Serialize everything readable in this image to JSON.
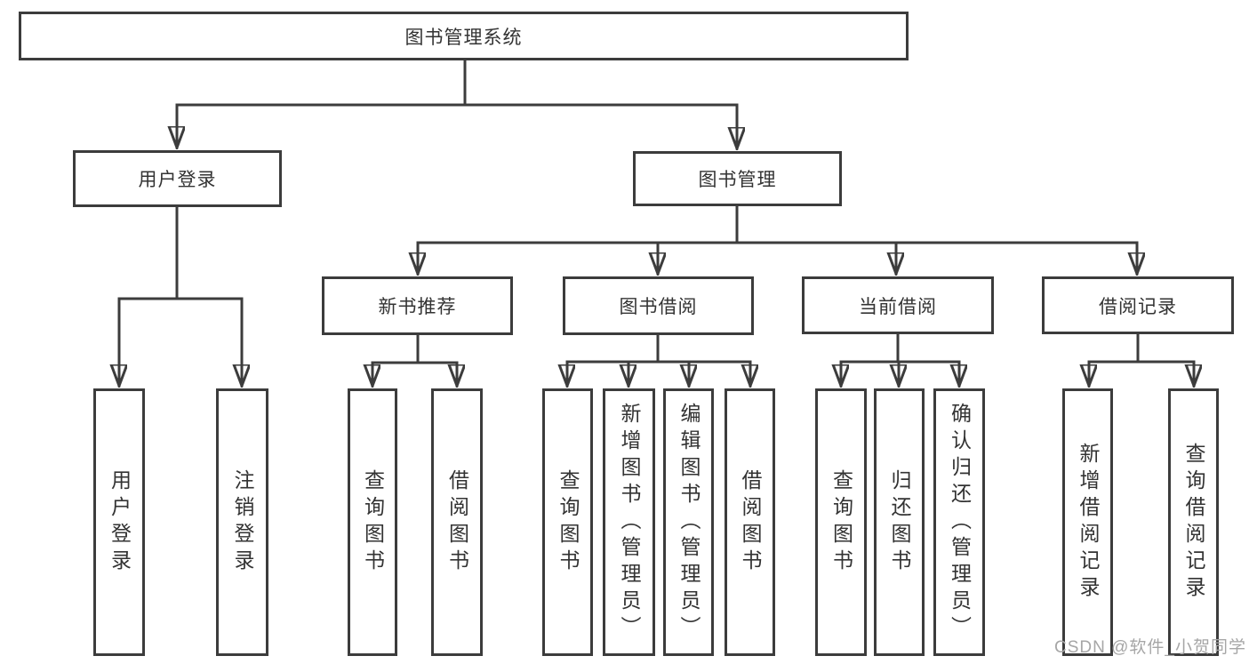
{
  "tree": {
    "root": {
      "label": "图书管理系统"
    },
    "branches": [
      {
        "label": "用户登录",
        "children": [
          {
            "label": "用户登录"
          },
          {
            "label": "注销登录"
          }
        ]
      },
      {
        "label": "图书管理",
        "children": [
          {
            "label": "新书推荐",
            "children": [
              {
                "label": "查询图书"
              },
              {
                "label": "借阅图书"
              }
            ]
          },
          {
            "label": "图书借阅",
            "children": [
              {
                "label": "查询图书"
              },
              {
                "label": "新增图书（管理员）"
              },
              {
                "label": "编辑图书（管理员）"
              },
              {
                "label": "借阅图书"
              }
            ]
          },
          {
            "label": "当前借阅",
            "children": [
              {
                "label": "查询图书"
              },
              {
                "label": "归还图书"
              },
              {
                "label": "确认归还（管理员）"
              }
            ]
          },
          {
            "label": "借阅记录",
            "children": [
              {
                "label": "新增借阅记录"
              },
              {
                "label": "查询借阅记录"
              }
            ]
          }
        ]
      }
    ]
  },
  "watermark": "CSDN @软件_小贺同学",
  "colors": {
    "line": "#3c3c3c",
    "box_border": "#3c3c3c",
    "box_fill": "#ffffff",
    "text": "#333333",
    "watermark": "#a6a6a6",
    "background": "#ffffff"
  }
}
